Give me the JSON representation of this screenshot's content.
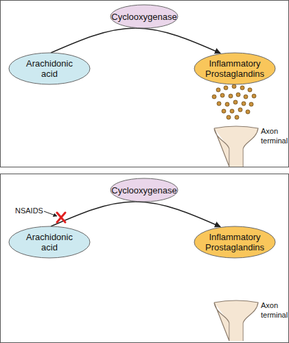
{
  "diagram": {
    "nodes": [
      {
        "text": [
          "Cyclooxygenase"
        ]
      },
      {
        "text": [
          "Arachidonic acid"
        ]
      },
      {
        "text": [
          "Inflammatory Prostaglandins"
        ]
      },
      {
        "text": [
          "Axon terminal"
        ]
      },
      {
        "text": [
          "Cyclooxygenase"
        ]
      },
      {
        "text": [
          "Arachidonic acid"
        ]
      },
      {
        "text": [
          "Inflammatory Prostaglandins"
        ]
      },
      {
        "text": [
          "Axon terminal"
        ]
      }
    ],
    "edges": [
      {
        "from": 1,
        "to": 2,
        "arrow": "to"
      },
      {
        "from": 5,
        "to": 6,
        "arrow": "to"
      }
    ],
    "labels": [
      "NSAIDS"
    ]
  }
}
